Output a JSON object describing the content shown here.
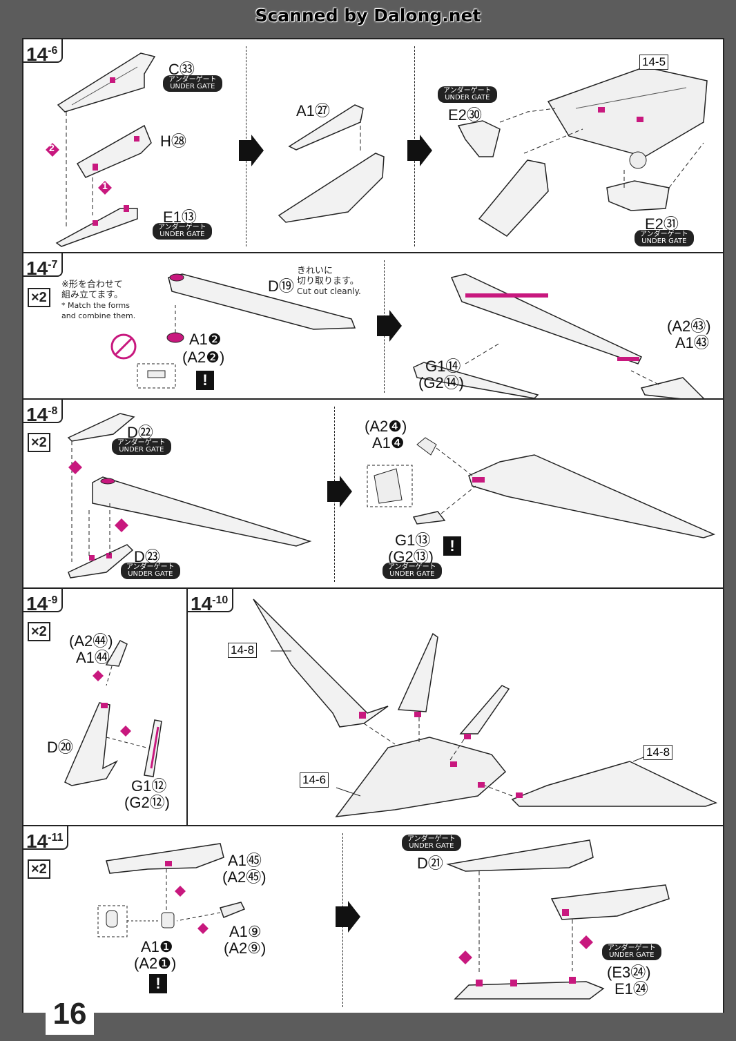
{
  "watermark": "Scanned by Dalong.net",
  "page_number": "16",
  "gate_label_jp": "アンダーゲート",
  "gate_label_en": "UNDER GATE",
  "multiplier": "×2",
  "warning_mark": "!",
  "steps": {
    "s6": {
      "label": "14",
      "sub": "-6",
      "parts": [
        "C㉝",
        "H㉘",
        "E1⑬",
        "A1㉗",
        "E2㉚",
        "E2㉛"
      ],
      "ref": "14-5"
    },
    "s7": {
      "label": "14",
      "sub": "-7",
      "note_jp": "※形を合わせて\n組み立てます。",
      "note_en": "* Match the forms\nand combine them.",
      "cut_jp": "きれいに\n切り取ります。",
      "cut_en": "Cut out cleanly.",
      "parts": [
        "D⑲",
        "A1❷",
        "(A2❷)",
        "(A2㊸)",
        "A1㊸",
        "G1⑭",
        "(G2⑭)"
      ]
    },
    "s8": {
      "label": "14",
      "sub": "-8",
      "parts": [
        "D㉒",
        "D㉓",
        "(A2❹)",
        "A1❹",
        "G1⑬",
        "(G2⑬)"
      ]
    },
    "s9": {
      "label": "14",
      "sub": "-9",
      "parts": [
        "(A2㊹)",
        "A1㊹",
        "D⑳",
        "G1⑫",
        "(G2⑫)"
      ]
    },
    "s10": {
      "label": "14",
      "sub": "-10",
      "refs": [
        "14-8",
        "14-8",
        "14-6"
      ]
    },
    "s11": {
      "label": "14",
      "sub": "-11",
      "parts": [
        "A1㊺",
        "(A2㊺)",
        "A1⑨",
        "(A2⑨)",
        "A1❶",
        "(A2❶)",
        "D㉑",
        "(E3㉔)",
        "E1㉔"
      ]
    }
  },
  "order_marks": [
    "1",
    "2"
  ],
  "colors": {
    "accent": "#c8187e",
    "line": "#222222",
    "background": "#5c5c5c"
  }
}
